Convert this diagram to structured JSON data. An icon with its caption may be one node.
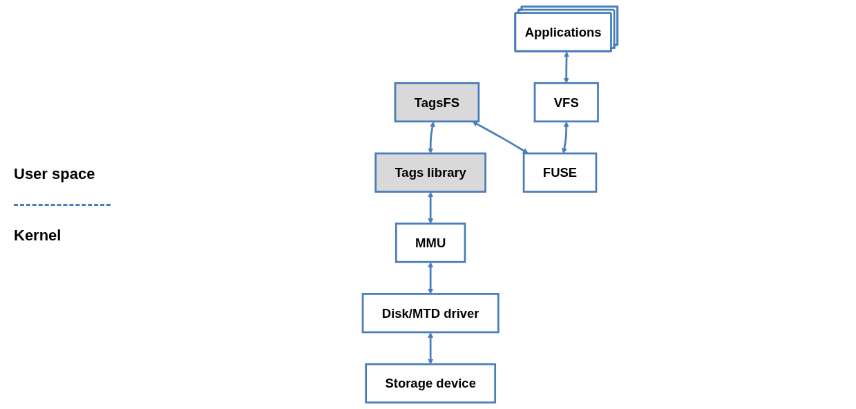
{
  "diagram": {
    "nodes": [
      {
        "text": [
          "Applications"
        ]
      },
      {
        "text": [
          "TagsFS"
        ]
      },
      {
        "text": [
          "Tags library"
        ]
      },
      {
        "text": [
          "VFS"
        ]
      },
      {
        "text": [
          "FUSE"
        ]
      },
      {
        "text": [
          "MMU"
        ]
      },
      {
        "text": [
          "Disk/MTD driver"
        ]
      },
      {
        "text": [
          "Storage device"
        ]
      }
    ],
    "edges": [
      {
        "from": 0,
        "to": 3,
        "arrow": "both"
      },
      {
        "from": 1,
        "to": 2,
        "arrow": "both"
      },
      {
        "from": 1,
        "to": 4,
        "arrow": "both"
      },
      {
        "from": 2,
        "to": 5,
        "arrow": "both"
      },
      {
        "from": 3,
        "to": 4,
        "arrow": "both"
      },
      {
        "from": 5,
        "to": 6,
        "arrow": "both"
      },
      {
        "from": 6,
        "to": 7,
        "arrow": "both"
      }
    ],
    "labels": [
      "User space",
      "Kernel"
    ]
  }
}
